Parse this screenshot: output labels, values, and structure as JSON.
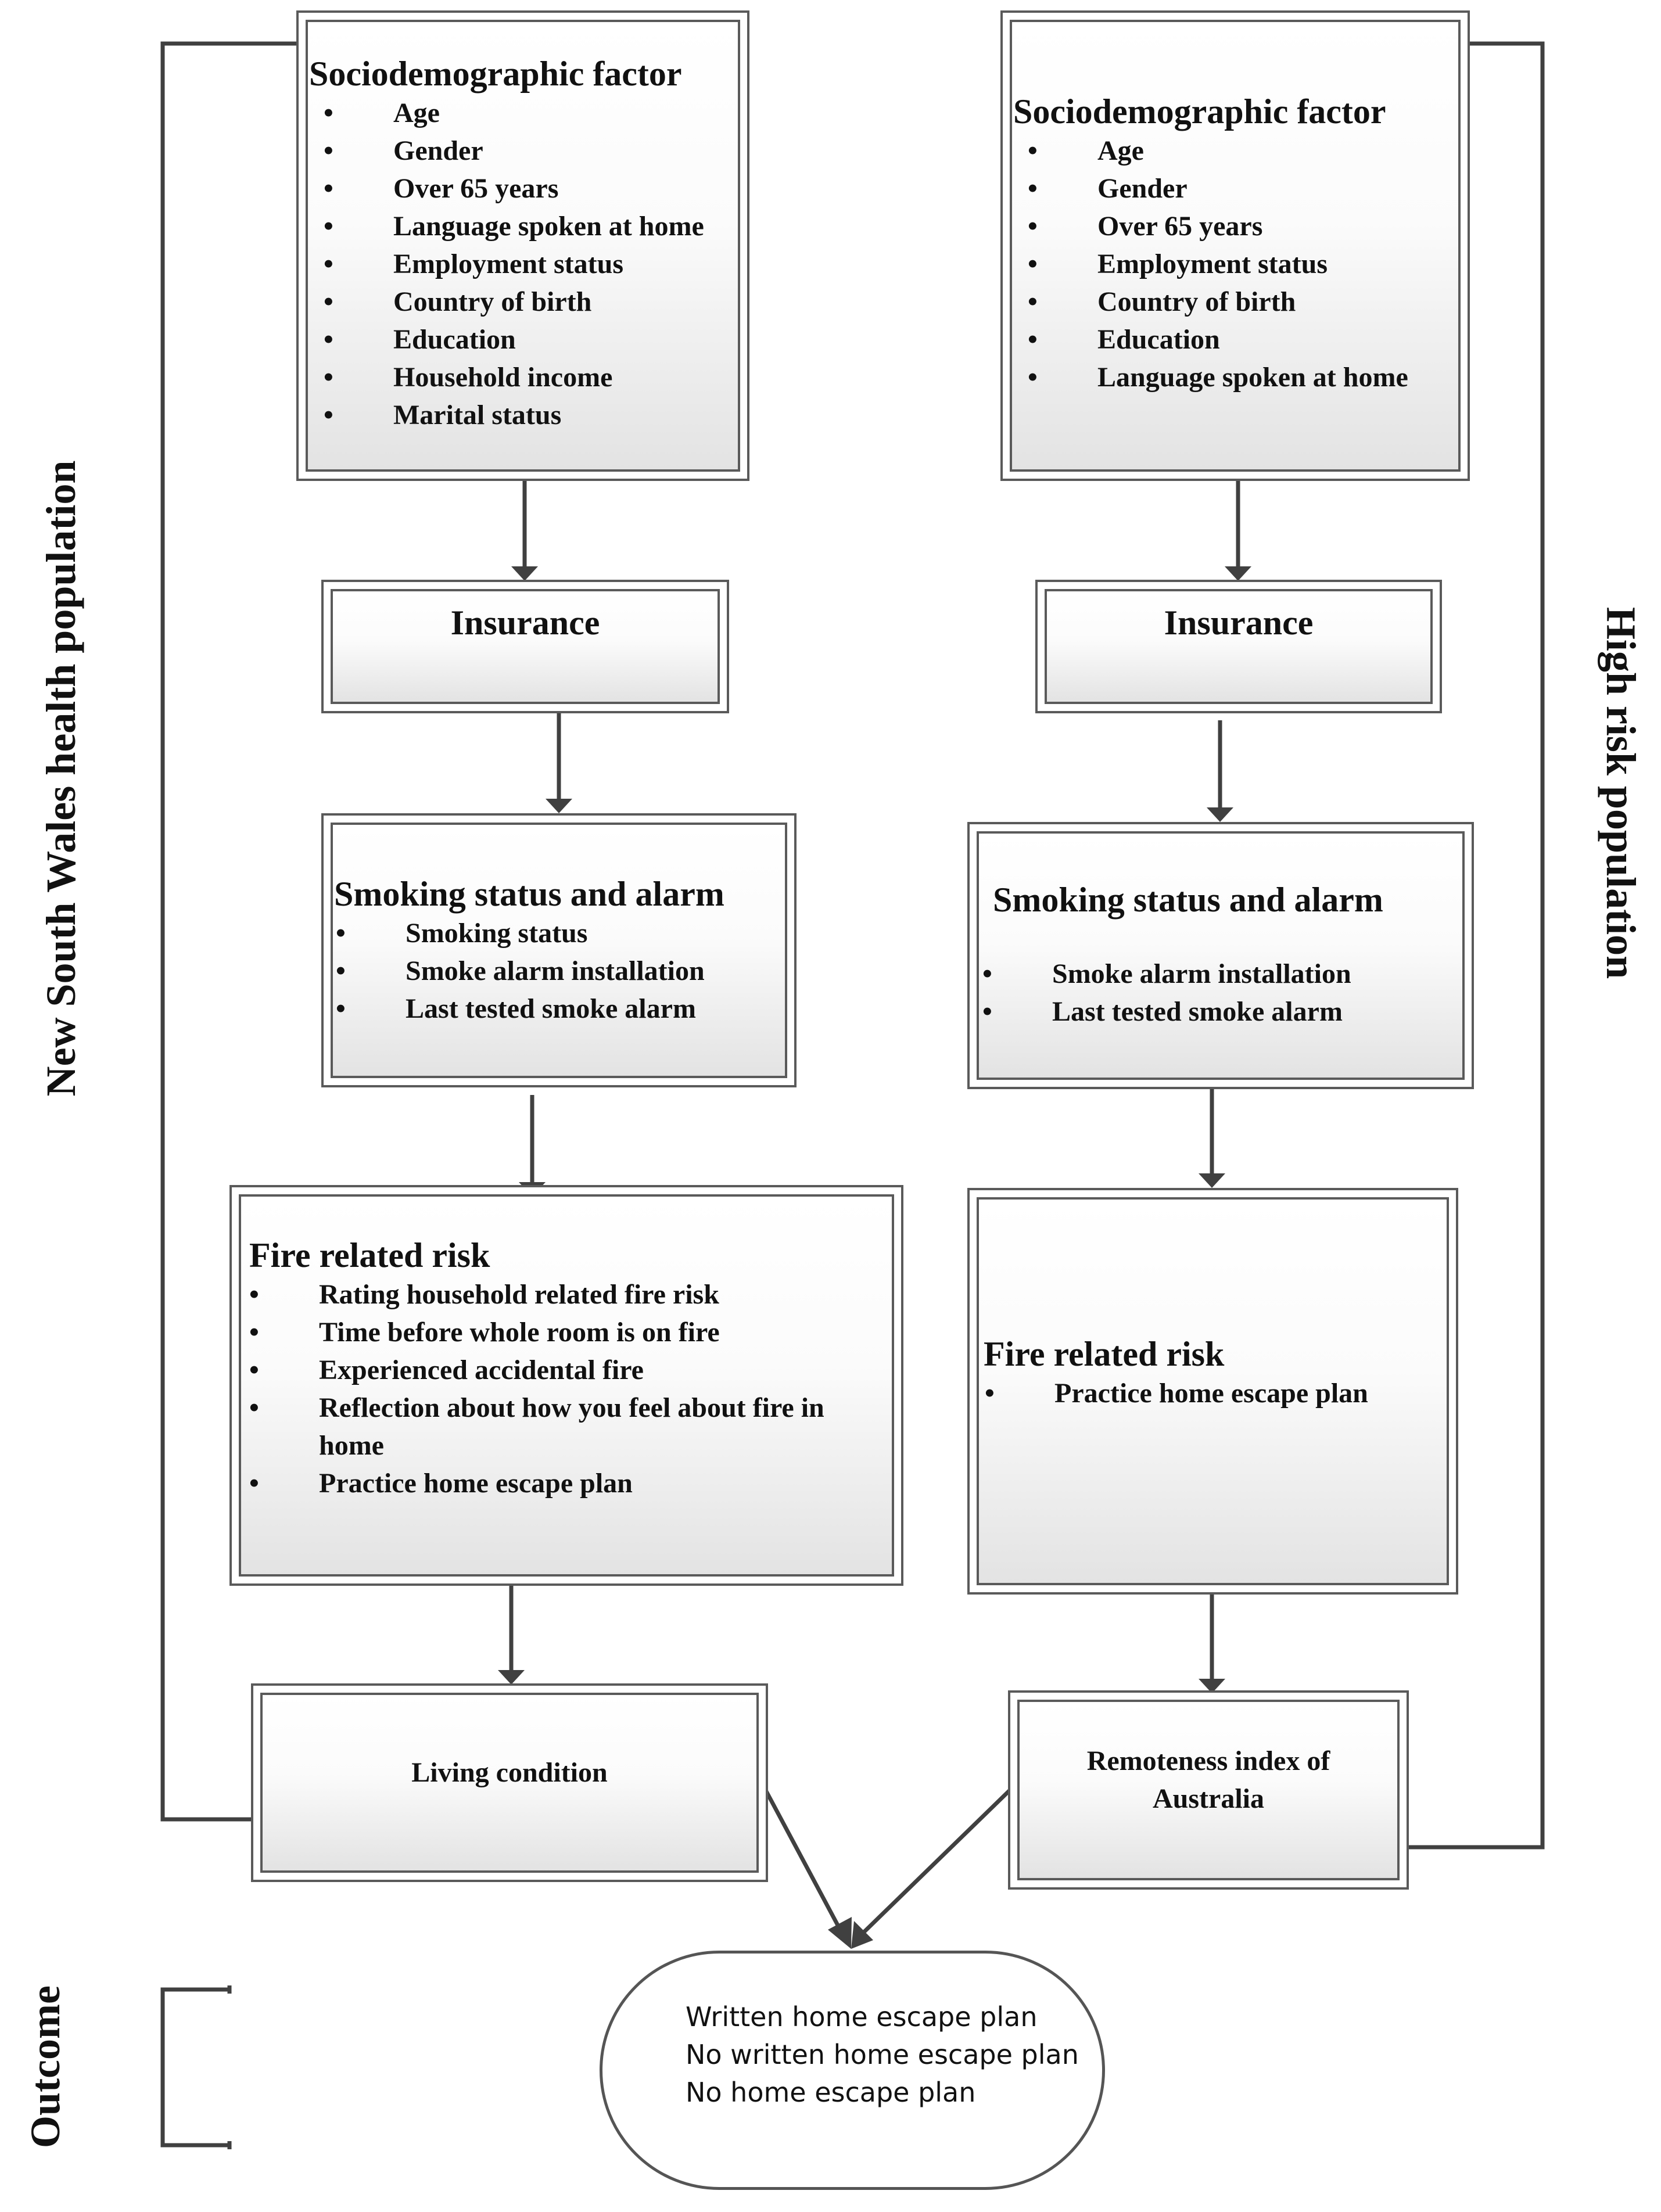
{
  "left_column": {
    "side_label": "New South Wales health population",
    "sociodemographic": {
      "title": "Sociodemographic factor",
      "items": [
        "Age",
        "Gender",
        "Over 65 years",
        "Language spoken at home",
        "Employment status",
        "Country of birth",
        "Education",
        "Household income",
        "Marital status"
      ]
    },
    "insurance": {
      "title": "Insurance"
    },
    "smoking": {
      "title": "Smoking status and alarm",
      "items": [
        "Smoking status",
        "Smoke alarm installation",
        "Last tested smoke alarm"
      ]
    },
    "fire_risk": {
      "title": "Fire related risk",
      "items": [
        "Rating household  related fire risk",
        "Time before whole room is on fire",
        "Experienced accidental fire",
        "Reflection about how you feel about fire in home",
        "Practice home escape plan"
      ]
    },
    "living": {
      "title": "Living condition"
    }
  },
  "right_column": {
    "side_label": "High risk population",
    "sociodemographic": {
      "title": "Sociodemographic factor",
      "items": [
        "Age",
        "Gender",
        "Over 65 years",
        "Employment status",
        "Country of birth",
        "Education",
        "Language spoken at home"
      ]
    },
    "insurance": {
      "title": "Insurance"
    },
    "smoking": {
      "title": "Smoking status and alarm",
      "items": [
        "Smoke alarm installation",
        "Last tested smoke alarm"
      ]
    },
    "fire_risk": {
      "title": "Fire related risk",
      "items": [
        "Practice home escape plan"
      ]
    },
    "remoteness": {
      "title": "Remoteness index of Australia"
    }
  },
  "outcome": {
    "label": "Outcome",
    "lines": [
      "Written home escape plan",
      "No written  home escape plan",
      "No home escape plan"
    ]
  },
  "colors": {
    "line": "#404040",
    "box_border": "#5a5a5a",
    "gradient_bottom": "#e3e3e3"
  }
}
